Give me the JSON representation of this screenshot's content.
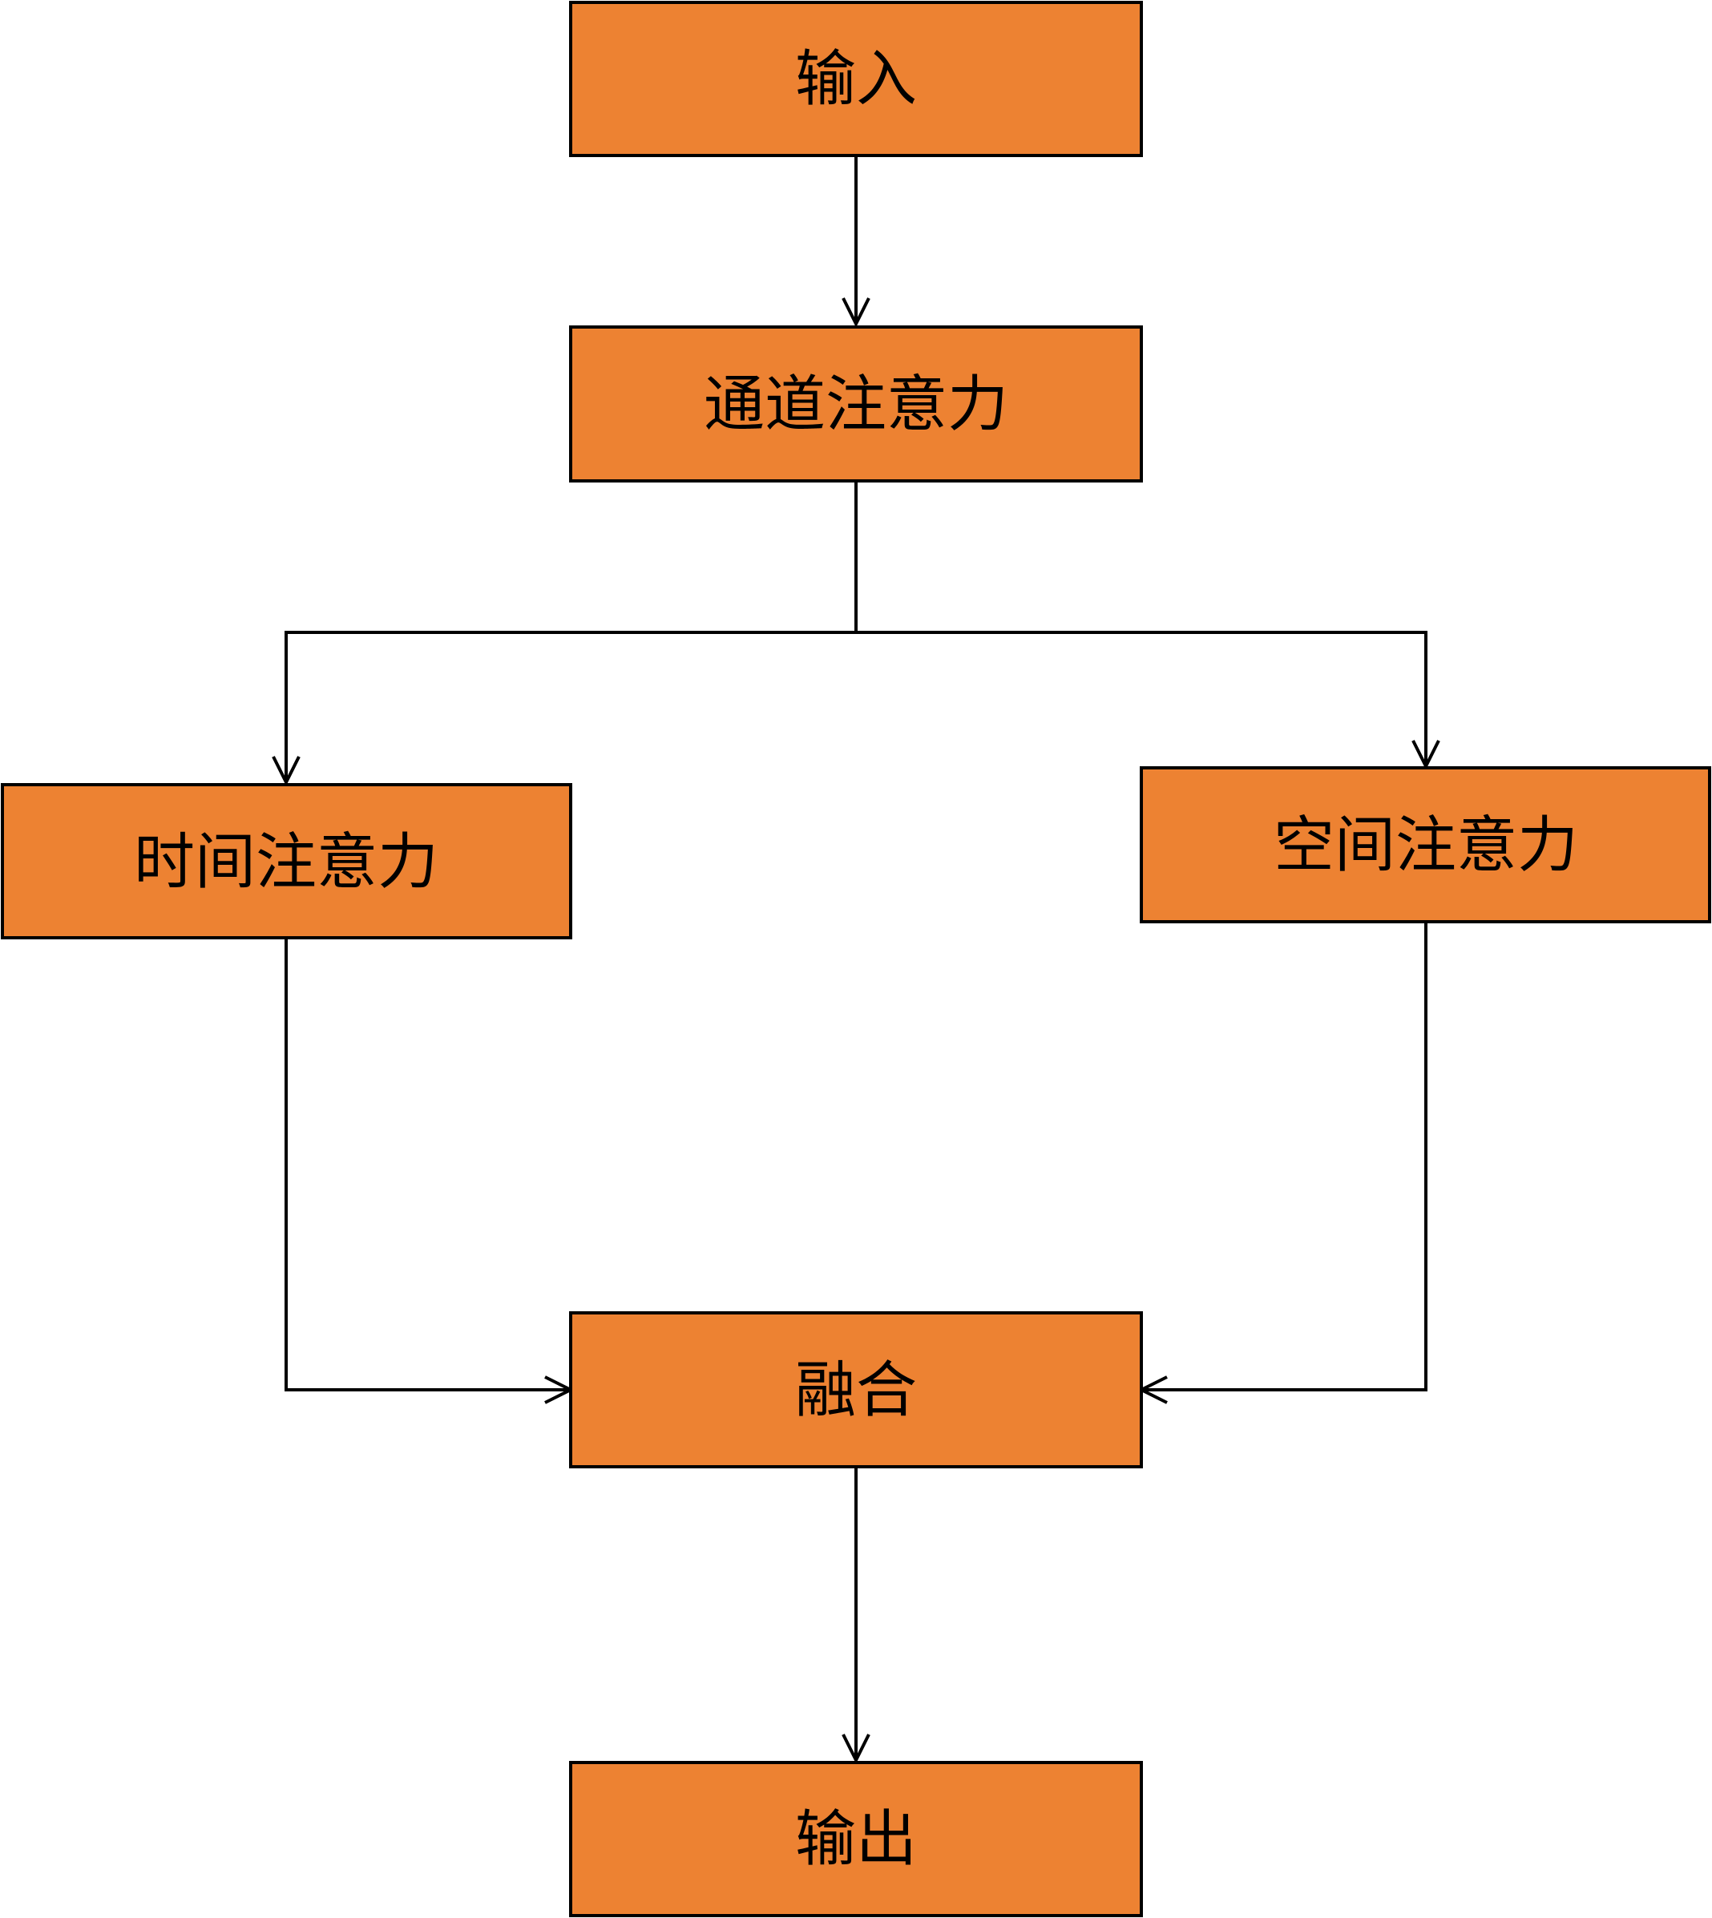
{
  "style": {
    "node_fill": "#ED8232",
    "node_stroke": "#000000",
    "edge_color": "#000000",
    "background": "#FFFFFF"
  },
  "nodes": {
    "input": "输入",
    "channel_attention": "通道注意力",
    "temporal_attention": "时间注意力",
    "spatial_attention": "空间注意力",
    "fusion": "融合",
    "output": "输出"
  },
  "edges": [
    {
      "from": "input",
      "to": "channel_attention"
    },
    {
      "from": "channel_attention",
      "to": "temporal_attention"
    },
    {
      "from": "channel_attention",
      "to": "spatial_attention"
    },
    {
      "from": "temporal_attention",
      "to": "fusion"
    },
    {
      "from": "spatial_attention",
      "to": "fusion"
    },
    {
      "from": "fusion",
      "to": "output"
    }
  ]
}
